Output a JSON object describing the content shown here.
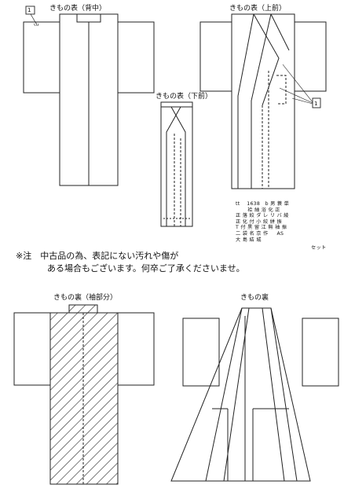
{
  "diagrams": {
    "back": {
      "label": "きもの表（背中）",
      "marker": "1"
    },
    "front_upper": {
      "label": "きもの表（上前）",
      "marker": "1"
    },
    "front_lower": {
      "label": "きもの表（下前）"
    },
    "lining_sleeves": {
      "label": "きもの裏（袖部分）"
    },
    "lining": {
      "label": "きもの裏"
    }
  },
  "note": {
    "line1": "※注　中古品の為、表記にない汚れや傷が",
    "line2": "ある場合もございます。何卒ご了承くださいませ。"
  },
  "spec_table": {
    "row1": "tt　 1638　b 男 蓑 単",
    "row2": "　　 袷 紬 浴 化 正",
    "row3": "正 落 絞 ダ レ リ バ 綾",
    "row4": "正 化 付 小 絞 絣 振",
    "row5": "T 付 黒 留 江 無 袖 振",
    "row6": "二 袋 名 京 作 　 AS",
    "row7": "大 島 結 城",
    "footer": "セット"
  }
}
